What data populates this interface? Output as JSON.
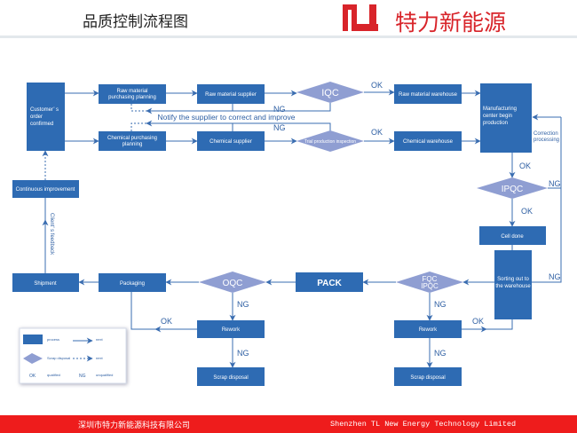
{
  "header": {
    "title": "品质控制流程图",
    "brand": "特力新能源"
  },
  "nodes": {
    "customer": [
      "Customer’ s",
      "order",
      "confirmed"
    ],
    "raw_planning": [
      "Raw material",
      "purchasing planning"
    ],
    "raw_supplier": "Raw material supplier",
    "iqc": "IQC",
    "raw_warehouse": "Raw material warehouse",
    "manufacturing": [
      "Manufacturing",
      "center begin",
      "production"
    ],
    "chem_planning": [
      "Chemical purchasing",
      "planning"
    ],
    "chem_supplier": "Chemical supplier",
    "trial": "Trial production inspection",
    "chem_warehouse": "Chemical warehouse",
    "notify": "Notify the supplier to correct and improve",
    "continuous": "Continuous improvement",
    "feedback": "Client’ s feedback",
    "ipqc": "IPQC",
    "correction": [
      "Correction",
      "processing"
    ],
    "cell_done": "Cell done",
    "sorting": [
      "Sorting out to",
      "the warehouse"
    ],
    "shipment": "Shipment",
    "packaging": "Packaging",
    "oqc": "OQC",
    "pack": "PACK",
    "fqc": [
      "FQC",
      "IPQC"
    ],
    "rework": "Rework",
    "scrap": "Scrap disposal"
  },
  "labels": {
    "ok": "OK",
    "ng": "NG"
  },
  "legend": {
    "process": "process",
    "next": "next",
    "scrap": "Scrap disposal",
    "next2": "next",
    "ok": "OK",
    "qualified": "qualified",
    "ng": "NG",
    "unqualified": "unqualified"
  },
  "footer": {
    "cn": "深圳市特力新能源科技有限公司",
    "en": "Shenzhen TL New Energy Technology Limited"
  }
}
